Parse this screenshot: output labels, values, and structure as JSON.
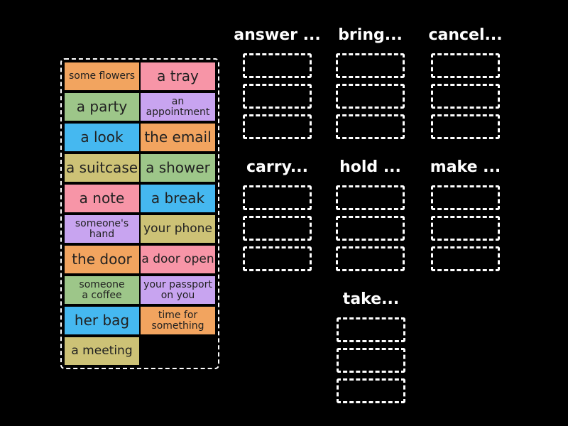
{
  "background": "#000000",
  "text_color": "#212121",
  "palette": {
    "orange": "#f2a45f",
    "pink": "#f795a7",
    "green": "#9dc689",
    "purple": "#c8a4f0",
    "blue": "#45b8f0",
    "khaki": "#cdc276"
  },
  "word_bank": {
    "tiles": [
      {
        "label": "some flowers",
        "color": "orange",
        "size": "sm"
      },
      {
        "label": "a tray",
        "color": "pink",
        "size": "lg"
      },
      {
        "label": "a party",
        "color": "green",
        "size": "lg"
      },
      {
        "label": "an\nappointment",
        "color": "purple",
        "size": "sm"
      },
      {
        "label": "a look",
        "color": "blue",
        "size": "lg"
      },
      {
        "label": "the email",
        "color": "orange",
        "size": "lg"
      },
      {
        "label": "a suitcase",
        "color": "khaki",
        "size": "lg"
      },
      {
        "label": "a shower",
        "color": "green",
        "size": "lg"
      },
      {
        "label": "a note",
        "color": "pink",
        "size": "lg"
      },
      {
        "label": "a break",
        "color": "blue",
        "size": "lg"
      },
      {
        "label": "someone's\nhand",
        "color": "purple",
        "size": "sm"
      },
      {
        "label": "your phone",
        "color": "khaki",
        "size": "md"
      },
      {
        "label": "the door",
        "color": "orange",
        "size": "lg"
      },
      {
        "label": "a door open",
        "color": "pink",
        "size": "md"
      },
      {
        "label": "someone\na coffee",
        "color": "green",
        "size": "sm"
      },
      {
        "label": "your passport\non you",
        "color": "purple",
        "size": "sm"
      },
      {
        "label": "her bag",
        "color": "blue",
        "size": "lg"
      },
      {
        "label": "time for\nsomething",
        "color": "orange",
        "size": "sm"
      },
      {
        "label": "a meeting",
        "color": "khaki",
        "size": "md"
      }
    ]
  },
  "groups": [
    {
      "label": "answer ...",
      "slots": 3
    },
    {
      "label": "bring...",
      "slots": 3
    },
    {
      "label": "cancel...",
      "slots": 3
    },
    {
      "label": "carry...",
      "slots": 3
    },
    {
      "label": "hold ...",
      "slots": 3
    },
    {
      "label": "make ...",
      "slots": 3
    },
    {
      "label": "take...",
      "slots": 3
    }
  ]
}
